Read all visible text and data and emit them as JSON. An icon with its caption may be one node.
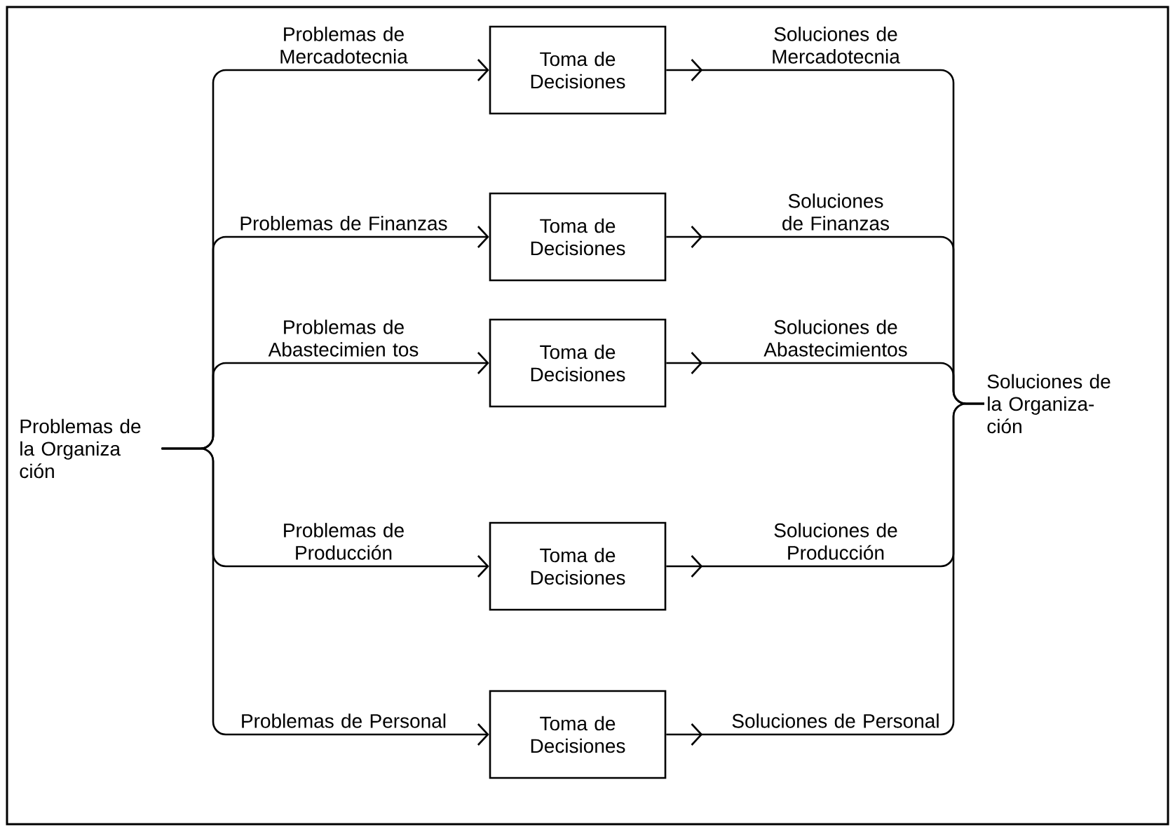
{
  "diagram": {
    "nodes": [
      {
        "text": [
          "Problemas de la Organiza ción"
        ]
      },
      {
        "text": [
          "Toma de Decisiones"
        ]
      },
      {
        "text": [
          "Toma de Decisiones"
        ]
      },
      {
        "text": [
          "Toma de Decisiones"
        ]
      },
      {
        "text": [
          "Toma de Decisiones"
        ]
      },
      {
        "text": [
          "Toma de Decisiones"
        ]
      },
      {
        "text": [
          "Soluciones de la Organiza- ción"
        ]
      }
    ],
    "edges": [
      {
        "from": 0,
        "to": 1,
        "arrow": "to",
        "label": "Problemas de Mercadotecnia"
      },
      {
        "from": 0,
        "to": 2,
        "arrow": "to",
        "label": "Problemas de Finanzas"
      },
      {
        "from": 0,
        "to": 3,
        "arrow": "to",
        "label": "Problemas de Abastecimien tos"
      },
      {
        "from": 0,
        "to": 4,
        "arrow": "to",
        "label": "Problemas de Producción"
      },
      {
        "from": 0,
        "to": 5,
        "arrow": "to",
        "label": "Problemas de Personal"
      },
      {
        "from": 1,
        "to": 6,
        "arrow": "to",
        "label": "Soluciones de Mercadotecnia"
      },
      {
        "from": 2,
        "to": 6,
        "arrow": "to",
        "label": "Soluciones de Finanzas"
      },
      {
        "from": 3,
        "to": 6,
        "arrow": "to",
        "label": "Soluciones de Abastecimientos"
      },
      {
        "from": 4,
        "to": 6,
        "arrow": "to",
        "label": "Soluciones de Producción"
      },
      {
        "from": 5,
        "to": 6,
        "arrow": "to",
        "label": "Soluciones de Personal"
      }
    ]
  }
}
